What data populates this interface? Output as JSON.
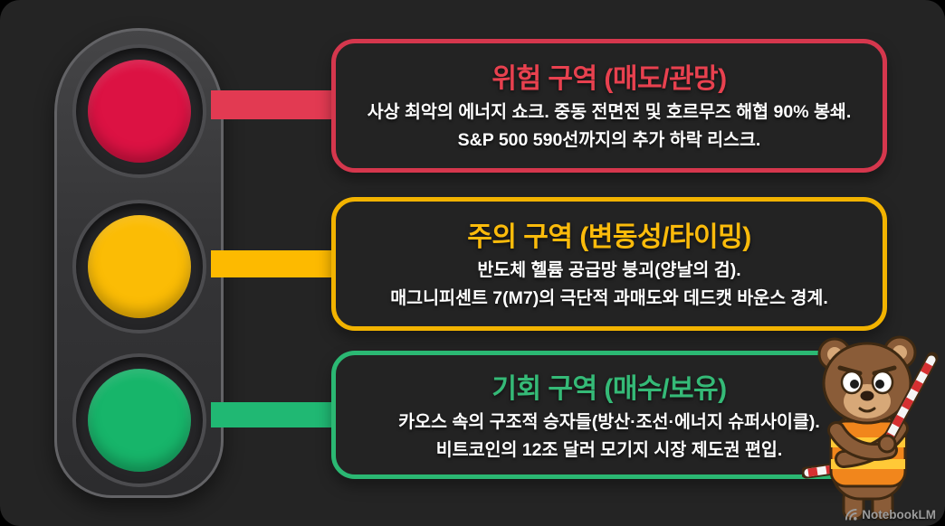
{
  "canvas": {
    "background": "#242424"
  },
  "traffic_light": {
    "lights": [
      {
        "name": "red",
        "color": "#DC1243"
      },
      {
        "name": "yellow",
        "color": "#FBBC05"
      },
      {
        "name": "green",
        "color": "#17B56A"
      }
    ]
  },
  "zones": [
    {
      "id": "danger",
      "accent": "#D5374D",
      "title_color": "#E8414F",
      "title": "위험 구역 (매도/관망)",
      "lines": [
        "사상 최악의 에너지 쇼크. 중동 전면전 및 호르무즈 해협 90% 봉쇄.",
        "S&P 500 590선까지의 추가 하락 리스크."
      ]
    },
    {
      "id": "caution",
      "accent": "#F2B300",
      "title_color": "#FBBB0B",
      "title": "주의 구역 (변동성/타이밍)",
      "lines": [
        "반도체 헬륨 공급망 붕괴(양날의 검).",
        "매그니피센트 7(M7)의 극단적 과매도와 데드캣 바운스 경계."
      ]
    },
    {
      "id": "opportunity",
      "accent": "#2BB873",
      "title_color": "#35BA77",
      "title": "기회 구역 (매수/보유)",
      "lines": [
        "카오스 속의 구조적 승자들(방산·조선·에너지 슈퍼사이클).",
        "비트코인의 12조 달러 모기지 시장 제도권 편입."
      ]
    }
  ],
  "mascot": {
    "name": "traffic-safety-bear"
  },
  "watermark": {
    "label": "NotebookLM"
  }
}
